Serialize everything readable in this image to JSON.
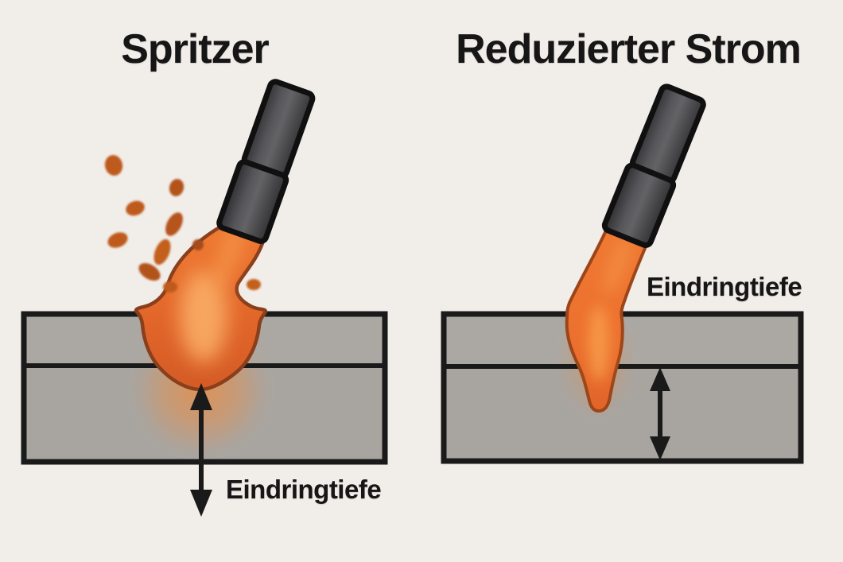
{
  "diagram": {
    "left": {
      "title": "Spritzer",
      "label": "Eindringtiefe"
    },
    "right": {
      "title": "Reduzierter Strom",
      "label": "Eindringtiefe"
    }
  },
  "icons": {
    "torch": "welding-torch-icon",
    "arrow": "penetration-depth-arrow",
    "spatter": "spatter-droplets",
    "weld": "molten-weld-pool"
  },
  "colors": {
    "background": "#F1EDE9",
    "metal-plate": "#A9A6A2",
    "outline": "#1A1A1A",
    "molten-orange": "#E86C2D",
    "molten-highlight": "#F8AE63",
    "molten-outline": "#8A3F1C",
    "spatter": "#BE5A1F",
    "torch-body": "#4A4A4D",
    "text": "#161616"
  }
}
